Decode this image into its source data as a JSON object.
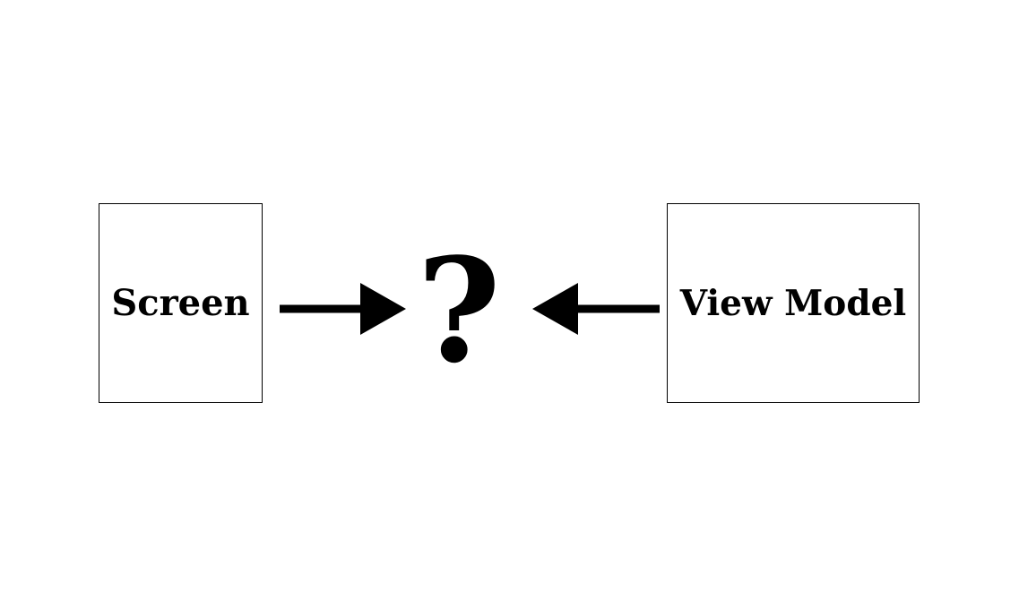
{
  "diagram": {
    "nodes": [
      {
        "id": "screen",
        "label": "Screen"
      },
      {
        "id": "view_model",
        "label": "View Model"
      }
    ],
    "center_symbol": "?",
    "edges": [
      {
        "from": "screen",
        "to": "center_symbol"
      },
      {
        "from": "view_model",
        "to": "center_symbol"
      }
    ],
    "colors": {
      "stroke": "#000000",
      "background": "#ffffff"
    }
  }
}
